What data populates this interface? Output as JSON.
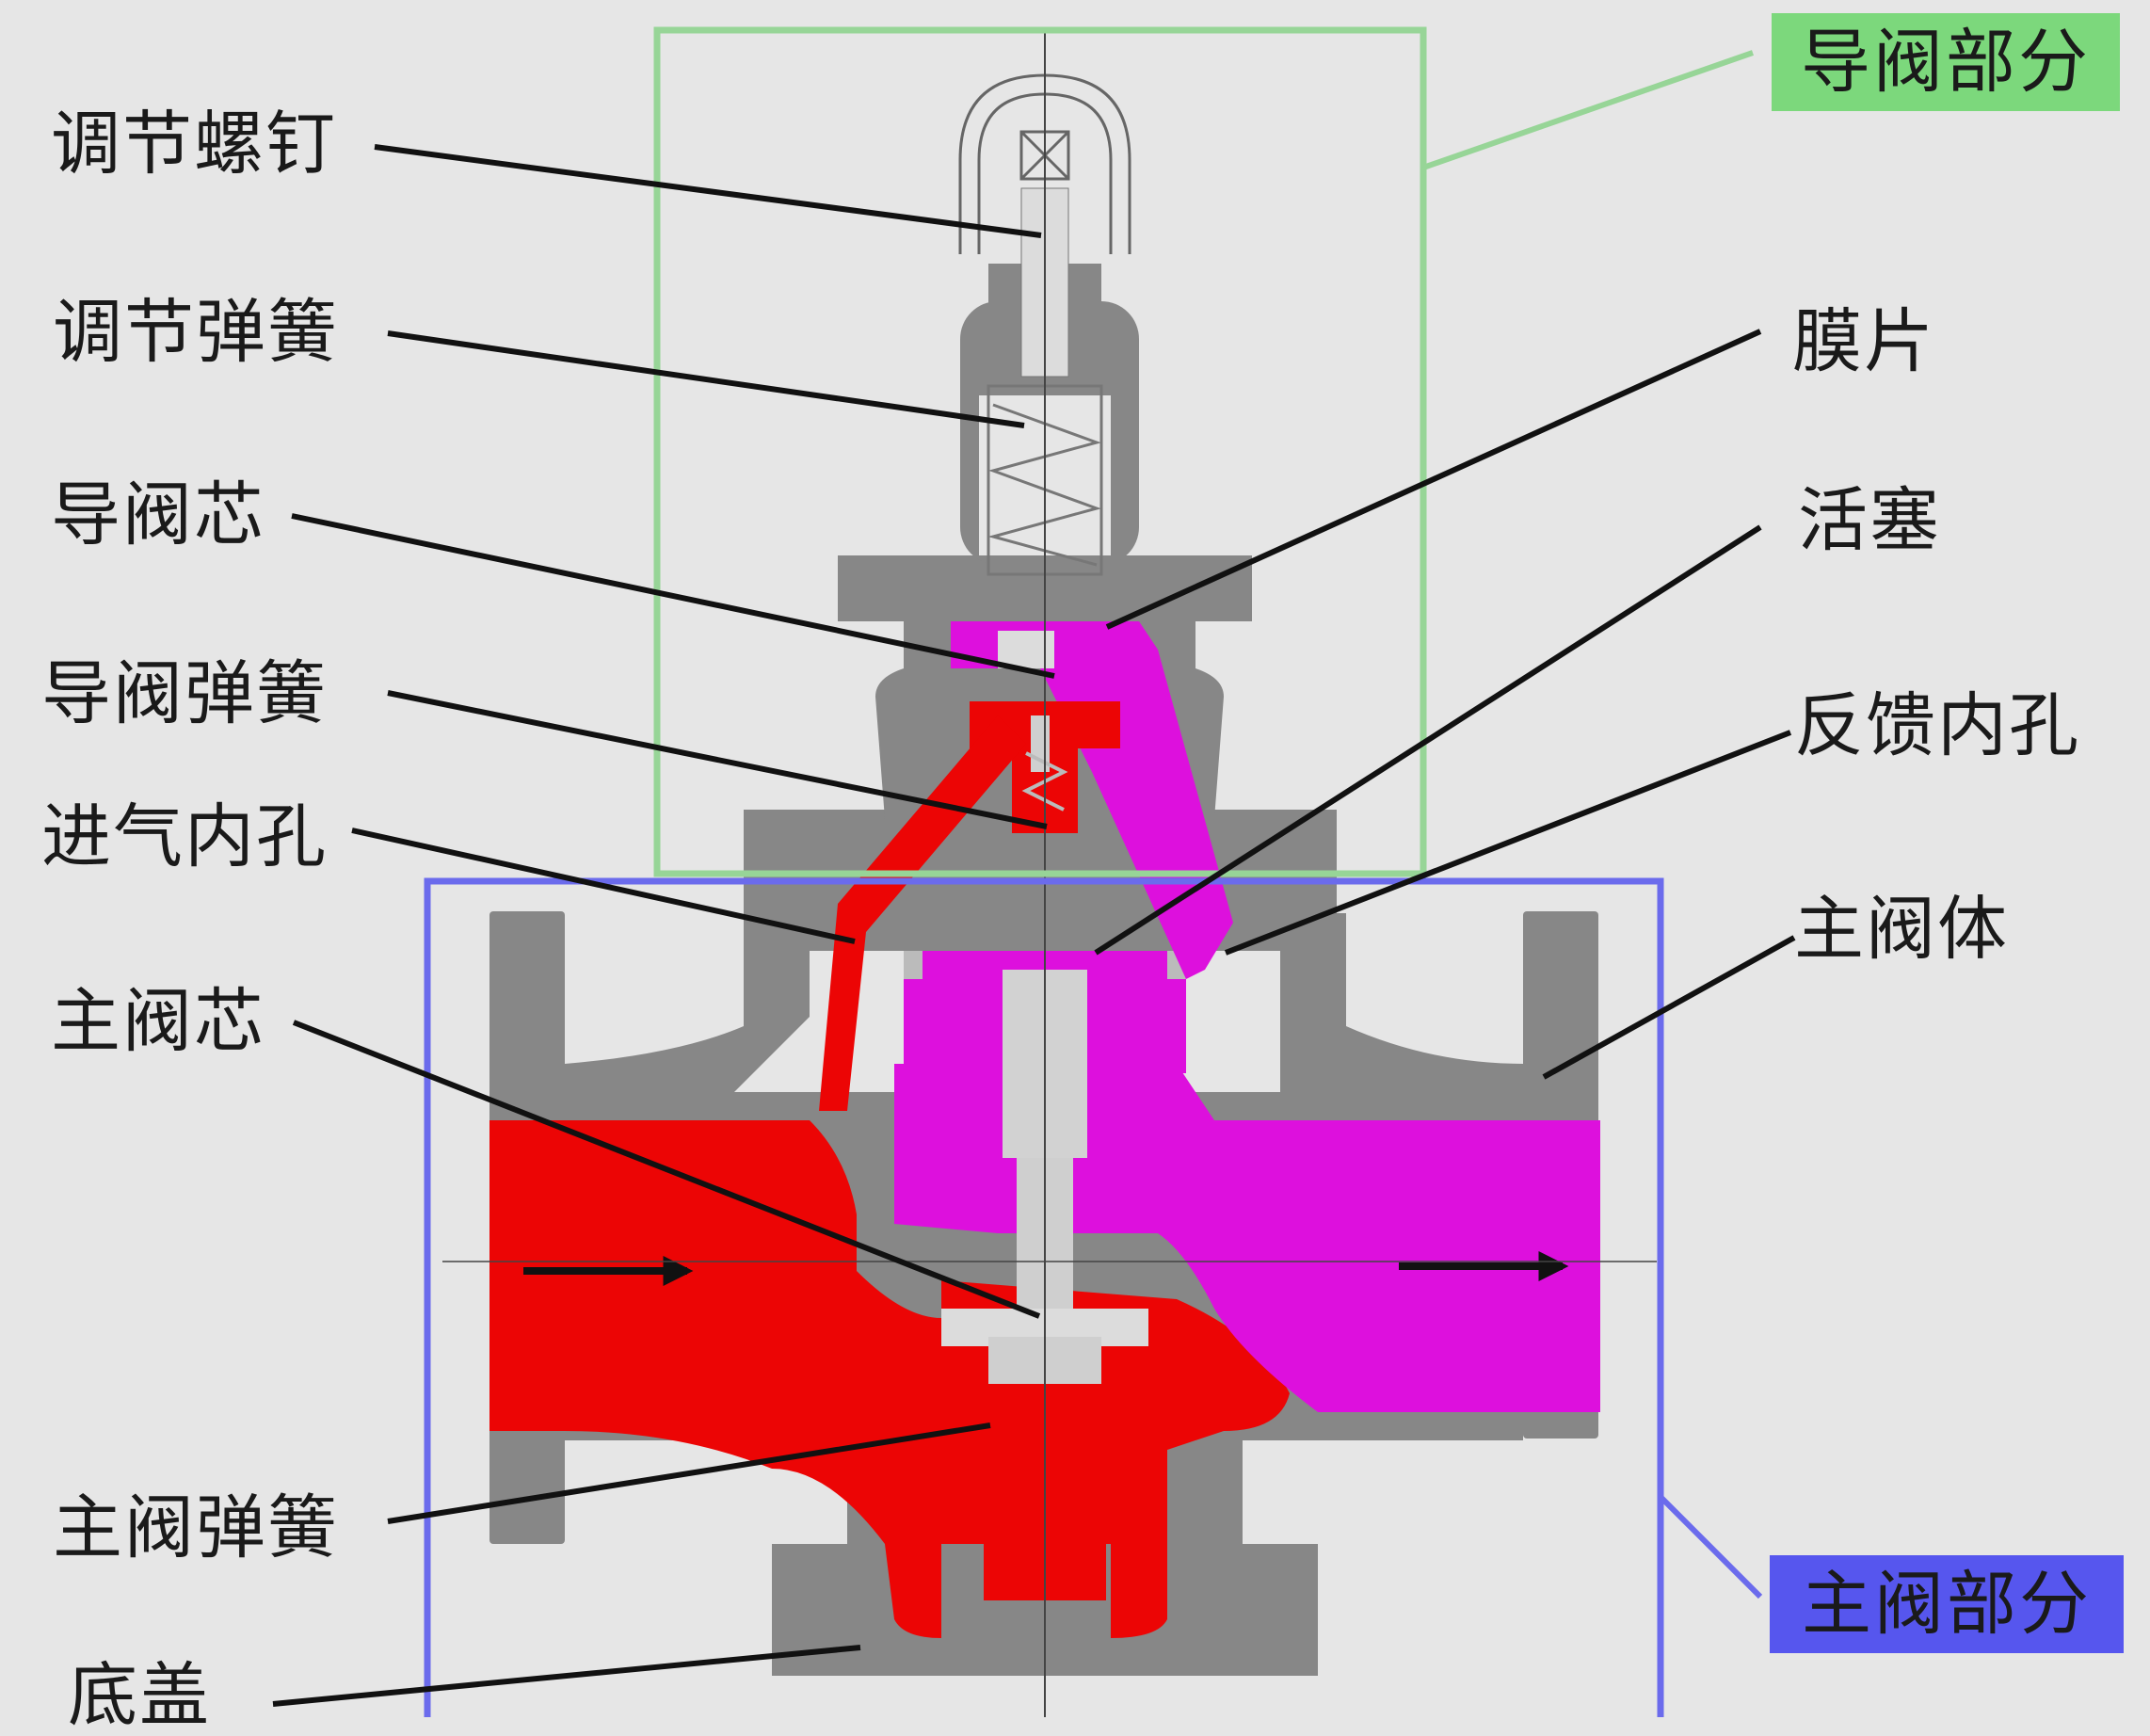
{
  "colors": {
    "background": "#e6e6e6",
    "body_gray": "#878787",
    "inlet_red": "#ec0505",
    "outlet_magenta": "#dd10dd",
    "pilot_frame_green": "#97d597",
    "main_frame_blue": "#6b6bec",
    "pilot_tag_bg": "#7cd87c",
    "main_tag_bg": "#5656ee",
    "leader_line": "#111111"
  },
  "sections": {
    "pilot": "导阀部分",
    "main": "主阀部分"
  },
  "labels": {
    "adjusting_screw": "调节螺钉",
    "adjusting_spring": "调节弹簧",
    "pilot_core": "导阀芯",
    "pilot_spring": "导阀弹簧",
    "inlet_hole": "进气内孔",
    "main_core": "主阀芯",
    "main_spring": "主阀弹簧",
    "bottom_cover": "底盖",
    "diaphragm": "膜片",
    "piston": "活塞",
    "feedback_hole": "反馈内孔",
    "main_body": "主阀体"
  }
}
